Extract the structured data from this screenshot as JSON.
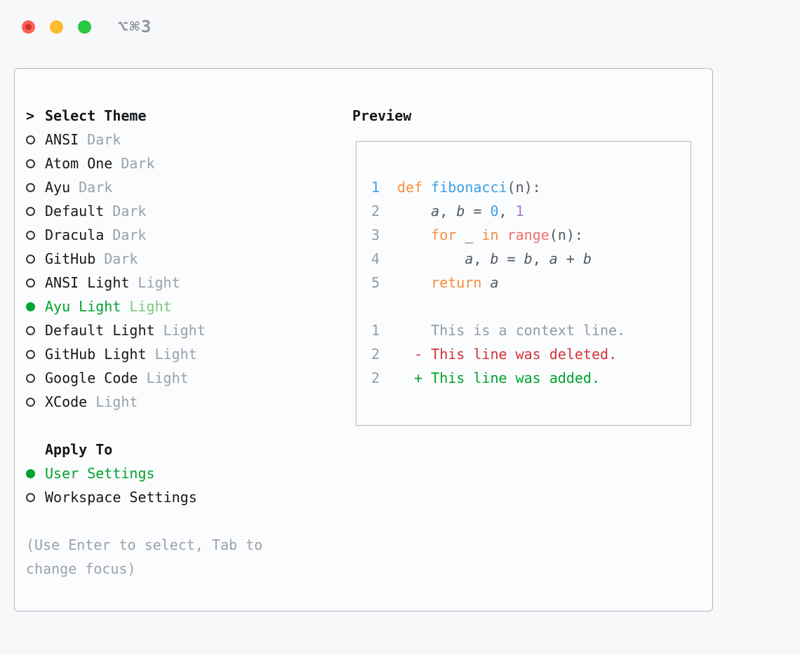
{
  "titlebar": {
    "shortcut": "⌥⌘3"
  },
  "palette": {
    "keyword": "#f98d3d",
    "function": "#3b9ee5",
    "number": "#3b9ee5",
    "number_alt": "#a37acc",
    "builtin": "#f07171",
    "plain": "#51585e",
    "muted": "#939aa3",
    "deleted": "#d13438",
    "added": "#00a32e",
    "active": "#3b9ee5",
    "selected_green": "#00a32e",
    "selected_variant": "#7bc77e",
    "list_text": "#15181b",
    "list_variant": "#9aa1a8",
    "radio_border": "#33383d"
  },
  "panel": {
    "select_theme": {
      "prompt": ">",
      "title": "Select Theme",
      "themes": [
        {
          "name": "ANSI",
          "variant": "Dark",
          "selected": false
        },
        {
          "name": "Atom One",
          "variant": "Dark",
          "selected": false
        },
        {
          "name": "Ayu",
          "variant": "Dark",
          "selected": false
        },
        {
          "name": "Default",
          "variant": "Dark",
          "selected": false
        },
        {
          "name": "Dracula",
          "variant": "Dark",
          "selected": false
        },
        {
          "name": "GitHub",
          "variant": "Dark",
          "selected": false
        },
        {
          "name": "ANSI Light",
          "variant": "Light",
          "selected": false
        },
        {
          "name": "Ayu Light",
          "variant": "Light",
          "selected": true
        },
        {
          "name": "Default Light",
          "variant": "Light",
          "selected": false
        },
        {
          "name": "GitHub Light",
          "variant": "Light",
          "selected": false
        },
        {
          "name": "Google Code",
          "variant": "Light",
          "selected": false
        },
        {
          "name": "XCode",
          "variant": "Light",
          "selected": false
        }
      ]
    },
    "apply_to": {
      "title": "Apply To",
      "options": [
        {
          "label": "User Settings",
          "selected": true
        },
        {
          "label": "Workspace Settings",
          "selected": false
        }
      ]
    },
    "hint": "(Use Enter to select, Tab to\nchange focus)"
  },
  "preview": {
    "title": "Preview",
    "lines": [
      {
        "num": "1",
        "num_style": "active",
        "tokens": [
          {
            "t": "def ",
            "s": "keyword"
          },
          {
            "t": "fibonacci",
            "s": "function"
          },
          {
            "t": "(n):",
            "s": "plain"
          }
        ]
      },
      {
        "num": "2",
        "num_style": "muted",
        "tokens": [
          {
            "t": "    ",
            "s": "plain"
          },
          {
            "t": "a",
            "s": "plain",
            "i": true
          },
          {
            "t": ", ",
            "s": "plain"
          },
          {
            "t": "b",
            "s": "plain",
            "i": true
          },
          {
            "t": " = ",
            "s": "plain"
          },
          {
            "t": "0",
            "s": "number"
          },
          {
            "t": ", ",
            "s": "plain"
          },
          {
            "t": "1",
            "s": "number_alt"
          }
        ]
      },
      {
        "num": "3",
        "num_style": "muted",
        "tokens": [
          {
            "t": "    ",
            "s": "plain"
          },
          {
            "t": "for",
            "s": "keyword"
          },
          {
            "t": " _ ",
            "s": "plain"
          },
          {
            "t": "in",
            "s": "keyword"
          },
          {
            "t": " ",
            "s": "plain"
          },
          {
            "t": "range",
            "s": "builtin"
          },
          {
            "t": "(n):",
            "s": "plain"
          }
        ]
      },
      {
        "num": "4",
        "num_style": "muted",
        "tokens": [
          {
            "t": "        ",
            "s": "plain"
          },
          {
            "t": "a",
            "s": "plain",
            "i": true
          },
          {
            "t": ", ",
            "s": "plain"
          },
          {
            "t": "b",
            "s": "plain",
            "i": true
          },
          {
            "t": " = ",
            "s": "plain"
          },
          {
            "t": "b",
            "s": "plain",
            "i": true
          },
          {
            "t": ", ",
            "s": "plain"
          },
          {
            "t": "a",
            "s": "plain",
            "i": true
          },
          {
            "t": " + ",
            "s": "plain"
          },
          {
            "t": "b",
            "s": "plain",
            "i": true
          }
        ]
      },
      {
        "num": "5",
        "num_style": "muted",
        "tokens": [
          {
            "t": "    ",
            "s": "plain"
          },
          {
            "t": "return",
            "s": "keyword"
          },
          {
            "t": " ",
            "s": "plain"
          },
          {
            "t": "a",
            "s": "plain",
            "i": true
          }
        ]
      },
      {
        "num": "",
        "num_style": "muted",
        "tokens": []
      },
      {
        "num": "1",
        "num_style": "muted",
        "tokens": [
          {
            "t": "    This is a context line.",
            "s": "muted"
          }
        ]
      },
      {
        "num": "2",
        "num_style": "muted",
        "tokens": [
          {
            "t": "  - This line was deleted.",
            "s": "deleted"
          }
        ]
      },
      {
        "num": "2",
        "num_style": "muted",
        "tokens": [
          {
            "t": "  + This line was added.",
            "s": "added"
          }
        ]
      }
    ]
  }
}
